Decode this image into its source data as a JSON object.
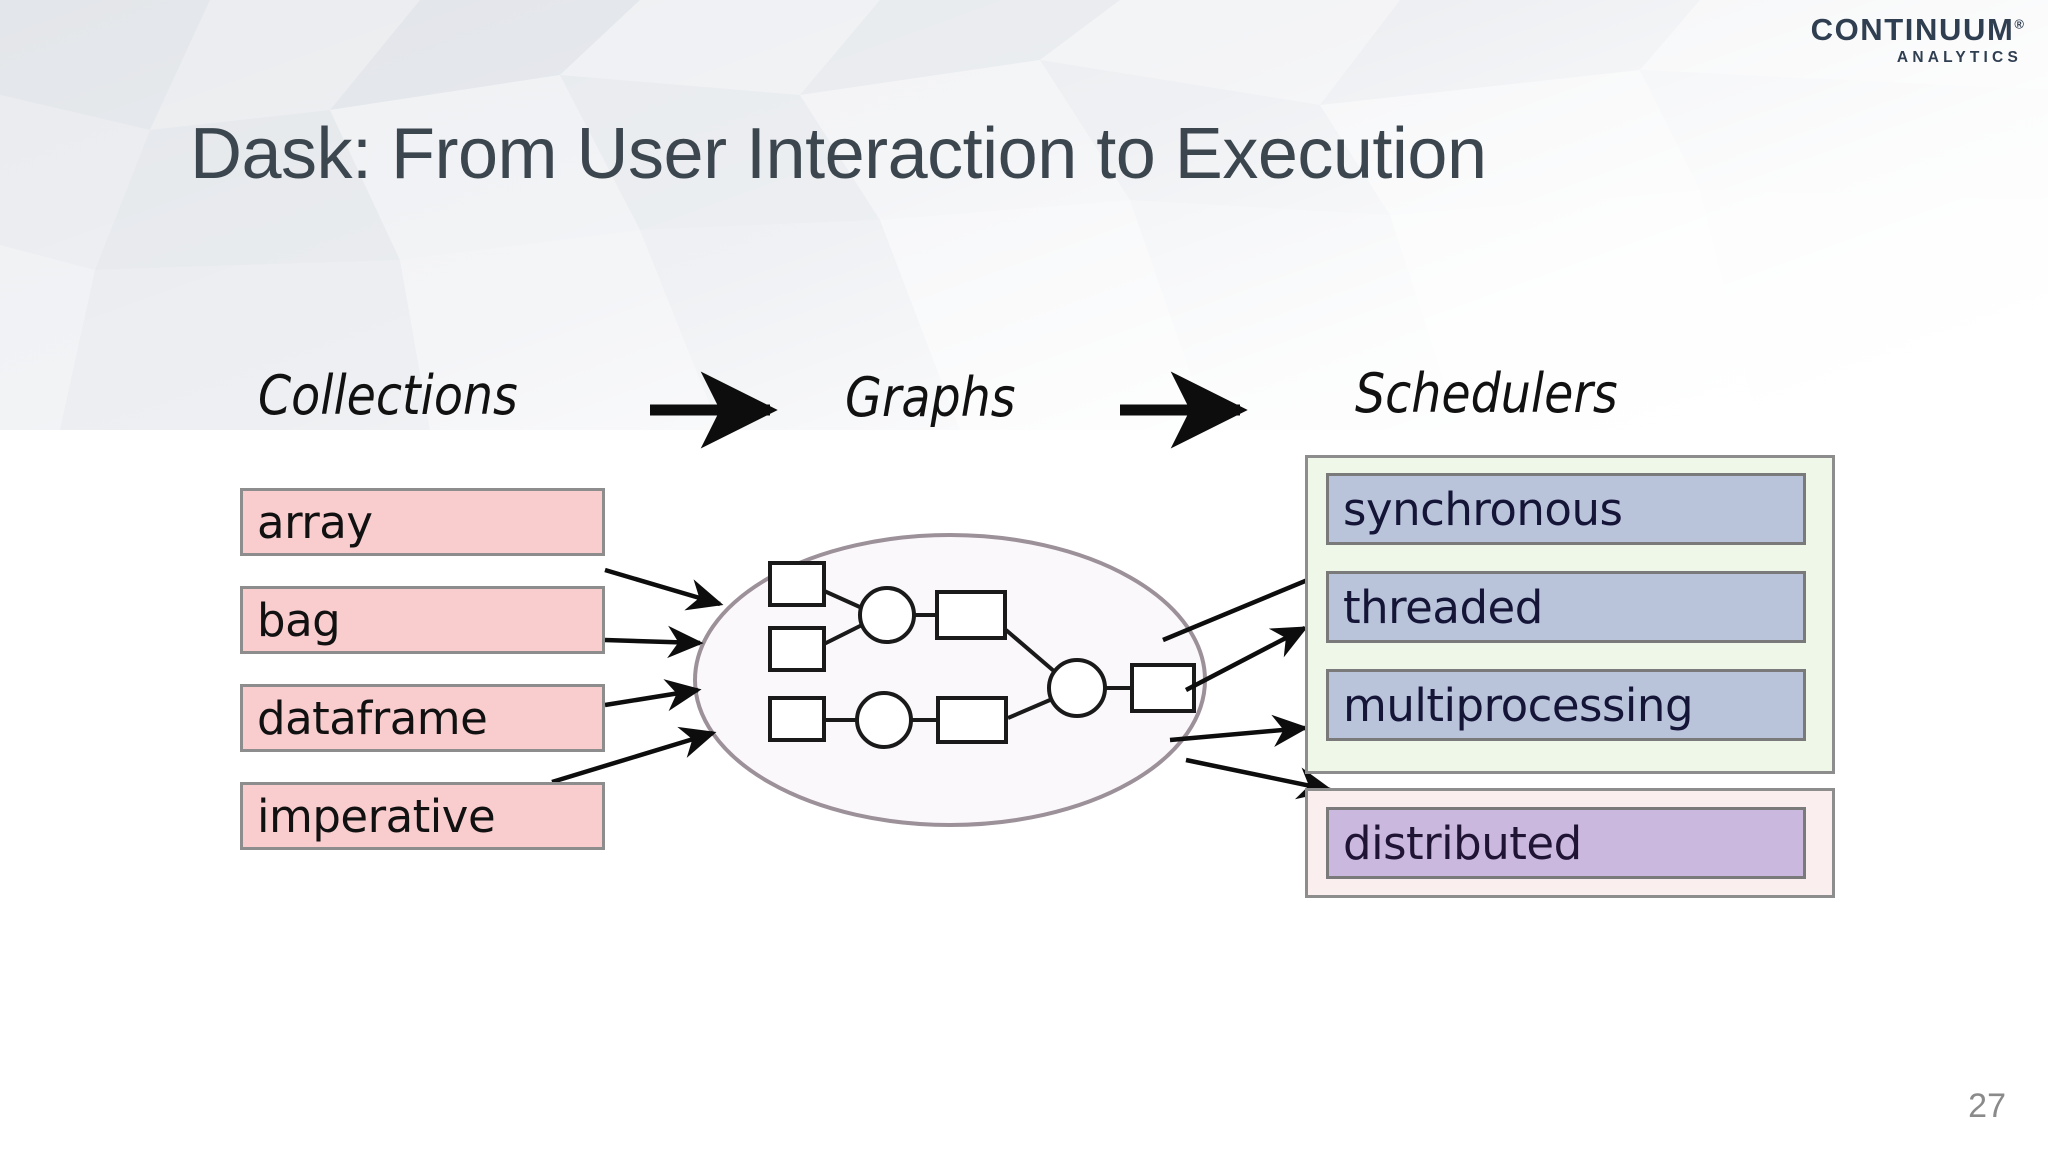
{
  "slide": {
    "title": "Dask: From User Interaction to Execution",
    "page_number": "27",
    "title_color": "#3c464e",
    "background_color": "#ffffff"
  },
  "logo": {
    "word": "CONTINUUM",
    "registered_mark": "®",
    "subtitle": "ANALYTICS",
    "color": "#2f3e50"
  },
  "diagram": {
    "stages": [
      {
        "label": "Collections"
      },
      {
        "label": "Graphs"
      },
      {
        "label": "Schedulers"
      }
    ],
    "arrow_icons": [
      "arrow-right-icon",
      "arrow-right-icon"
    ],
    "collections": {
      "fill": "#f9ccce",
      "border": "#8d8d8d",
      "items": [
        {
          "label": "array"
        },
        {
          "label": "bag"
        },
        {
          "label": "dataframe"
        },
        {
          "label": "imperative"
        }
      ]
    },
    "graph": {
      "ellipse_fill": "#fbf8fb",
      "ellipse_stroke": "#9c9199",
      "node_stroke": "#1a1a1a",
      "nodes": [
        {
          "type": "square",
          "id": "in-0"
        },
        {
          "type": "square",
          "id": "in-1"
        },
        {
          "type": "square",
          "id": "in-2"
        },
        {
          "type": "circle",
          "id": "op-0"
        },
        {
          "type": "circle",
          "id": "op-1"
        },
        {
          "type": "square",
          "id": "mid-0"
        },
        {
          "type": "square",
          "id": "mid-1"
        },
        {
          "type": "circle",
          "id": "op-2"
        },
        {
          "type": "square",
          "id": "out-0"
        }
      ],
      "edges": [
        [
          "in-0",
          "op-0"
        ],
        [
          "in-1",
          "op-0"
        ],
        [
          "op-0",
          "mid-0"
        ],
        [
          "in-2",
          "op-1"
        ],
        [
          "op-1",
          "mid-1"
        ],
        [
          "mid-0",
          "op-2"
        ],
        [
          "mid-1",
          "op-2"
        ],
        [
          "op-2",
          "out-0"
        ]
      ]
    },
    "schedulers": {
      "group_fill": "#eef7e8",
      "group_border": "#8d8d8d",
      "box_fill": "#b9c4db",
      "box_border": "#7a7a7a",
      "items": [
        {
          "label": "synchronous"
        },
        {
          "label": "threaded"
        },
        {
          "label": "multiprocessing"
        }
      ]
    },
    "distributed": {
      "group_fill": "#fbeeee",
      "group_border": "#8d8d8d",
      "box_fill": "#cbb8de",
      "box_border": "#7a7a7a",
      "label": "distributed"
    },
    "connector_icons": {
      "collections_to_graph": "arrow-right-icon",
      "graph_to_schedulers": "arrow-right-icon"
    }
  }
}
